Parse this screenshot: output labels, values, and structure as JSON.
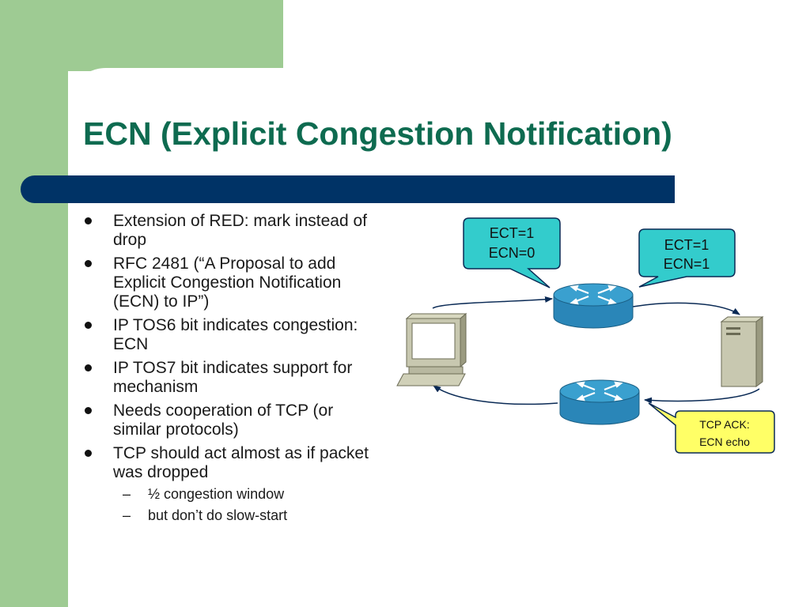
{
  "slide": {
    "title": "ECN (Explicit Congestion Notification)",
    "bullets": [
      "Extension of RED: mark instead of drop",
      "RFC 2481 (“A Proposal to add Explicit Congestion Notification (ECN) to IP”)",
      "IP TOS6 bit indicates congestion: ECN",
      "IP TOS7 bit indicates support for mechanism",
      "Needs cooperation of TCP (or similar protocols)",
      "TCP should act almost as if packet was dropped"
    ],
    "sub_bullets": [
      "½ congestion window",
      "but don’t do slow-start"
    ]
  },
  "diagram": {
    "callout_left": {
      "line1": "ECT=1",
      "line2": "ECN=0"
    },
    "callout_right": {
      "line1": "ECT=1",
      "line2": "ECN=1"
    },
    "callout_ack": {
      "line1": "TCP ACK:",
      "line2": "ECN echo"
    },
    "colors": {
      "callout_fill": "#33cccc",
      "ack_fill": "#ffff66",
      "router_top": "#3aa0cf",
      "router_side": "#2a86b8",
      "title": "#0e6b50",
      "bar": "#003366",
      "green": "#9ecb93"
    },
    "icons": [
      "router-icon",
      "router-icon",
      "computer-icon",
      "server-icon"
    ]
  }
}
